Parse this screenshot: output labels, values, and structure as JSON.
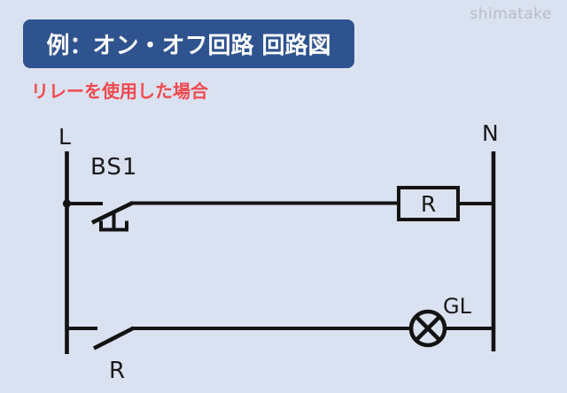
{
  "watermark": "shimatake",
  "header": {
    "title": "例：オン・オフ回路 回路図"
  },
  "subtitle": "リレーを使用した場合",
  "colors": {
    "background": "#dae1f0",
    "title_box": "#2f538f",
    "title_text": "#ffffff",
    "subtitle_red": "#f2494f",
    "circuit_line": "#131313",
    "watermark_gray": "#b5bcca"
  },
  "circuit": {
    "left_bus_label": "L",
    "right_bus_label": "N",
    "pushbutton_label": "BS1",
    "relay_coil_label": "R",
    "relay_contact_label": "R",
    "lamp_label": "GL"
  }
}
